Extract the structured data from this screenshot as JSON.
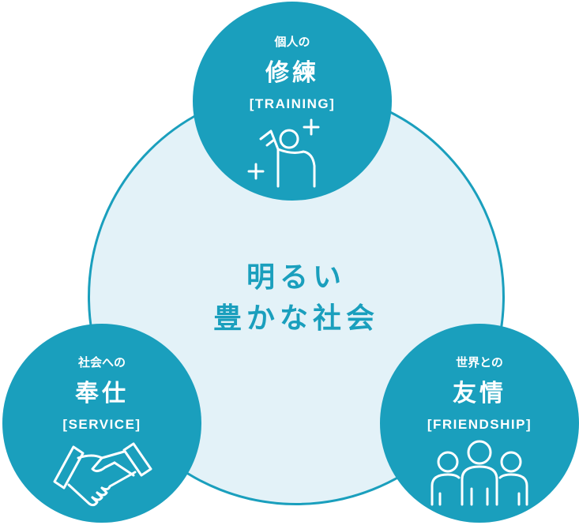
{
  "center": {
    "line1": "明るい",
    "line2": "豊かな社会"
  },
  "nodes": {
    "training": {
      "pre": "個人の",
      "title": "修練",
      "en": "[TRAINING]",
      "icon": "person-raising-hand-icon"
    },
    "service": {
      "pre": "社会への",
      "title": "奉仕",
      "en": "[SERVICE]",
      "icon": "handshake-icon"
    },
    "friendship": {
      "pre": "世界との",
      "title": "友情",
      "en": "[FRIENDSHIP]",
      "icon": "group-of-people-icon"
    }
  },
  "colors": {
    "accent": "#1a9fbd",
    "center_fill": "#e3f2f8",
    "text_on_accent": "#ffffff"
  }
}
